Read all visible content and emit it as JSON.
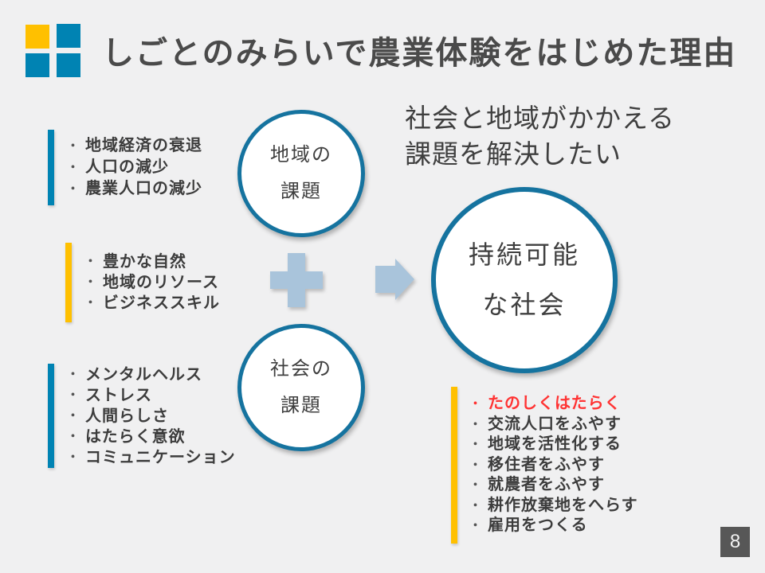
{
  "colors": {
    "background": "#F0F0F1",
    "accent_blue": "#0083B3",
    "accent_yellow": "#FFC000",
    "circle_border": "#15739F",
    "connector_blue": "#A9C4DB",
    "text_dark": "#3F3F3F",
    "highlight_red": "#FF3333",
    "page_badge_bg": "#575757"
  },
  "ui": {
    "bullet": "・"
  },
  "header": {
    "title": "しごとのみらいで農業体験をはじめた理由"
  },
  "statement": {
    "line1": "社会と地域がかかえる",
    "line2": "課題を解決したい"
  },
  "circles": {
    "region": {
      "line1": "地域の",
      "line2": "課題"
    },
    "society": {
      "line1": "社会の",
      "line2": "課題"
    },
    "goal": {
      "line1": "持続可能",
      "line2": "な社会"
    }
  },
  "lists": {
    "regional_issues": {
      "items": [
        {
          "label": "地域経済の衰退"
        },
        {
          "label": "人口の減少"
        },
        {
          "label": "農業人口の減少"
        }
      ]
    },
    "resources": {
      "items": [
        {
          "label": "豊かな自然"
        },
        {
          "label": "地域のリソース"
        },
        {
          "label": "ビジネススキル"
        }
      ]
    },
    "social_issues": {
      "items": [
        {
          "label": "メンタルヘルス"
        },
        {
          "label": "ストレス"
        },
        {
          "label": "人間らしさ"
        },
        {
          "label": "はたらく意欲"
        },
        {
          "label": "コミュニケーション"
        }
      ]
    },
    "outcomes": {
      "items": [
        {
          "label": "たのしくはたらく",
          "highlight": true
        },
        {
          "label": "交流人口をふやす"
        },
        {
          "label": "地域を活性化する"
        },
        {
          "label": "移住者をふやす"
        },
        {
          "label": "就農者をふやす"
        },
        {
          "label": "耕作放棄地をへらす"
        },
        {
          "label": "雇用をつくる"
        }
      ]
    }
  },
  "footer": {
    "page_number": "8"
  }
}
